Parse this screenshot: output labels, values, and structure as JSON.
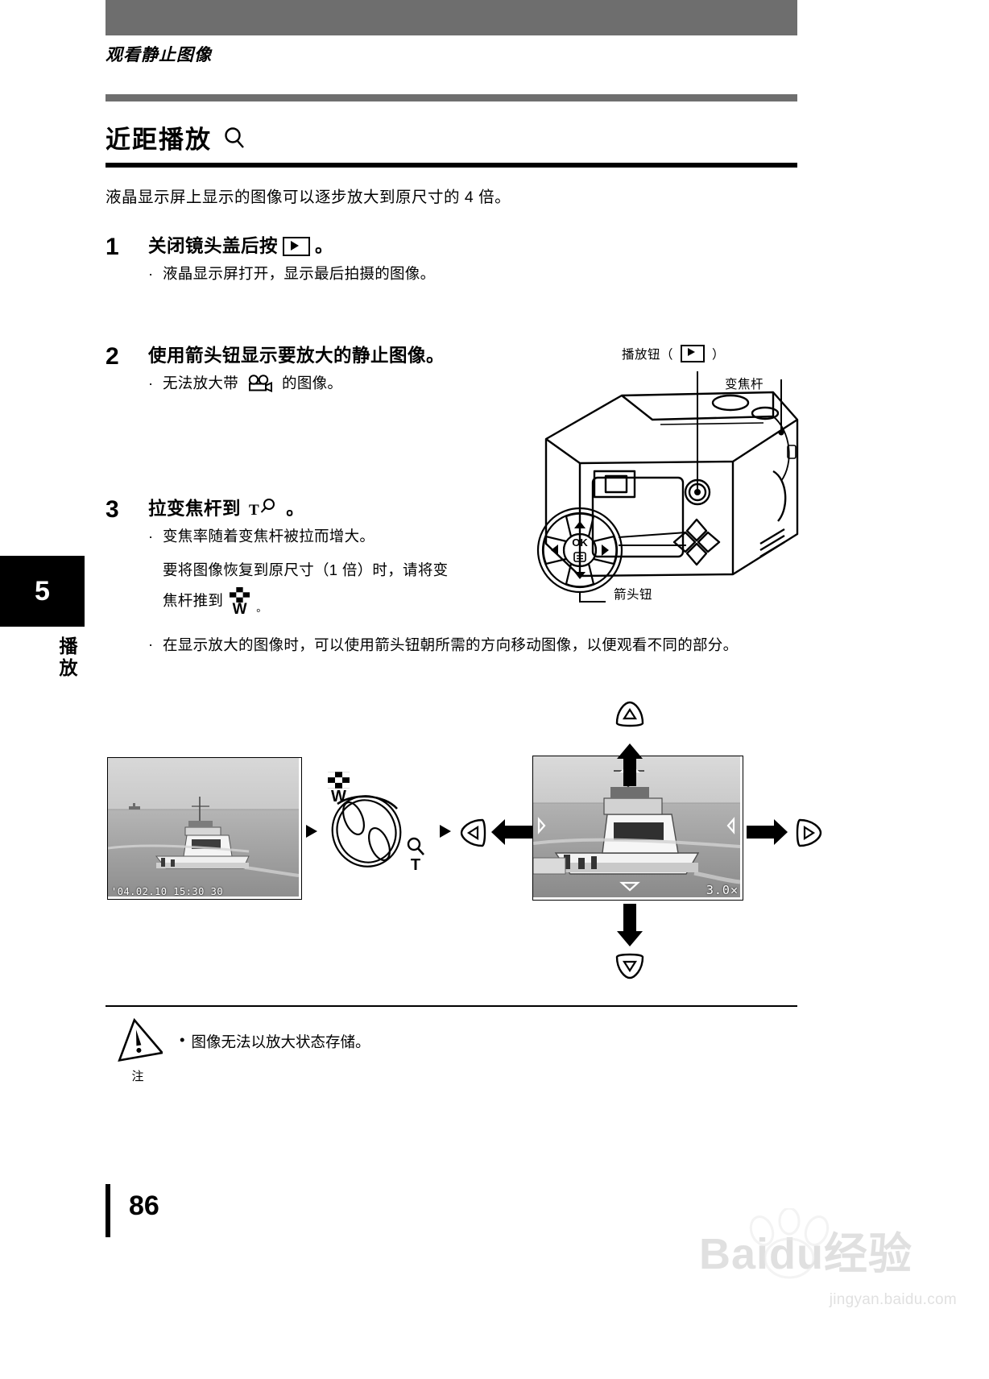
{
  "header": {
    "running_title": "观看静止图像"
  },
  "section": {
    "title": "近距播放",
    "title_icon": "magnifier-icon",
    "intro": "液晶显示屏上显示的图像可以逐步放大到原尺寸的 4 倍。"
  },
  "steps": [
    {
      "number": "1",
      "title_before": "关闭镜头盖后按",
      "title_icon": "playback-button-icon",
      "title_after": "。",
      "bullets": [
        "液晶显示屏打开，显示最后拍摄的图像。"
      ]
    },
    {
      "number": "2",
      "title_before": "使用箭头钮显示要放大的静止图像。",
      "title_icon": "",
      "title_after": "",
      "bullet_before": "无法放大带",
      "bullet_icon": "movie-camera-icon",
      "bullet_after": "的图像。"
    },
    {
      "number": "3",
      "title_before": "拉变焦杆到",
      "title_icon": "tele-magnifier-icon",
      "title_after": "。",
      "bullet1": "变焦率随着变焦杆被拉而增大。",
      "sub_line1": "要将图像恢复到原尺寸（1 倍）时，请将变",
      "sub_line2_before": "焦杆推到",
      "sub_icon": "wide-checker-icon",
      "sub_line2_after": "。",
      "bullet2": "在显示放大的图像时，可以使用箭头钮朝所需的方向移动图像，以便观看不同的部分。"
    }
  ],
  "camera_figure": {
    "playback_label_before": "播放钮（",
    "playback_label_icon": "playback-button-icon",
    "playback_label_after": "）",
    "zoom_lever_label": "变焦杆",
    "arrow_pad_label": "箭头钮",
    "ok_label": "OK"
  },
  "bottom_figure": {
    "left_photo_timestamp": "'04.02.10  15:30   30",
    "right_photo_zoom": "3.0✕",
    "wide_letter": "W",
    "tele_letter": "T",
    "wide_icon": "checker-icon",
    "tele_icon": "magnifier-icon",
    "arrow_up": "arrow-up-icon",
    "arrow_down": "arrow-down-icon",
    "arrow_left": "arrow-left-icon",
    "arrow_right": "arrow-right-icon"
  },
  "note": {
    "icon": "warning-exclamation-icon",
    "caption": "注",
    "bullet": "•",
    "text": "图像无法以放大状态存储。"
  },
  "sidetab": {
    "chapter": "5",
    "label": "播放"
  },
  "footer": {
    "page_number": "86"
  },
  "watermark": {
    "brand": "Baidu经验",
    "url": "jingyan.baidu.com"
  },
  "colors": {
    "header_grey": "#6e6e6e",
    "rule_black": "#000000",
    "tab_black": "#000000"
  }
}
